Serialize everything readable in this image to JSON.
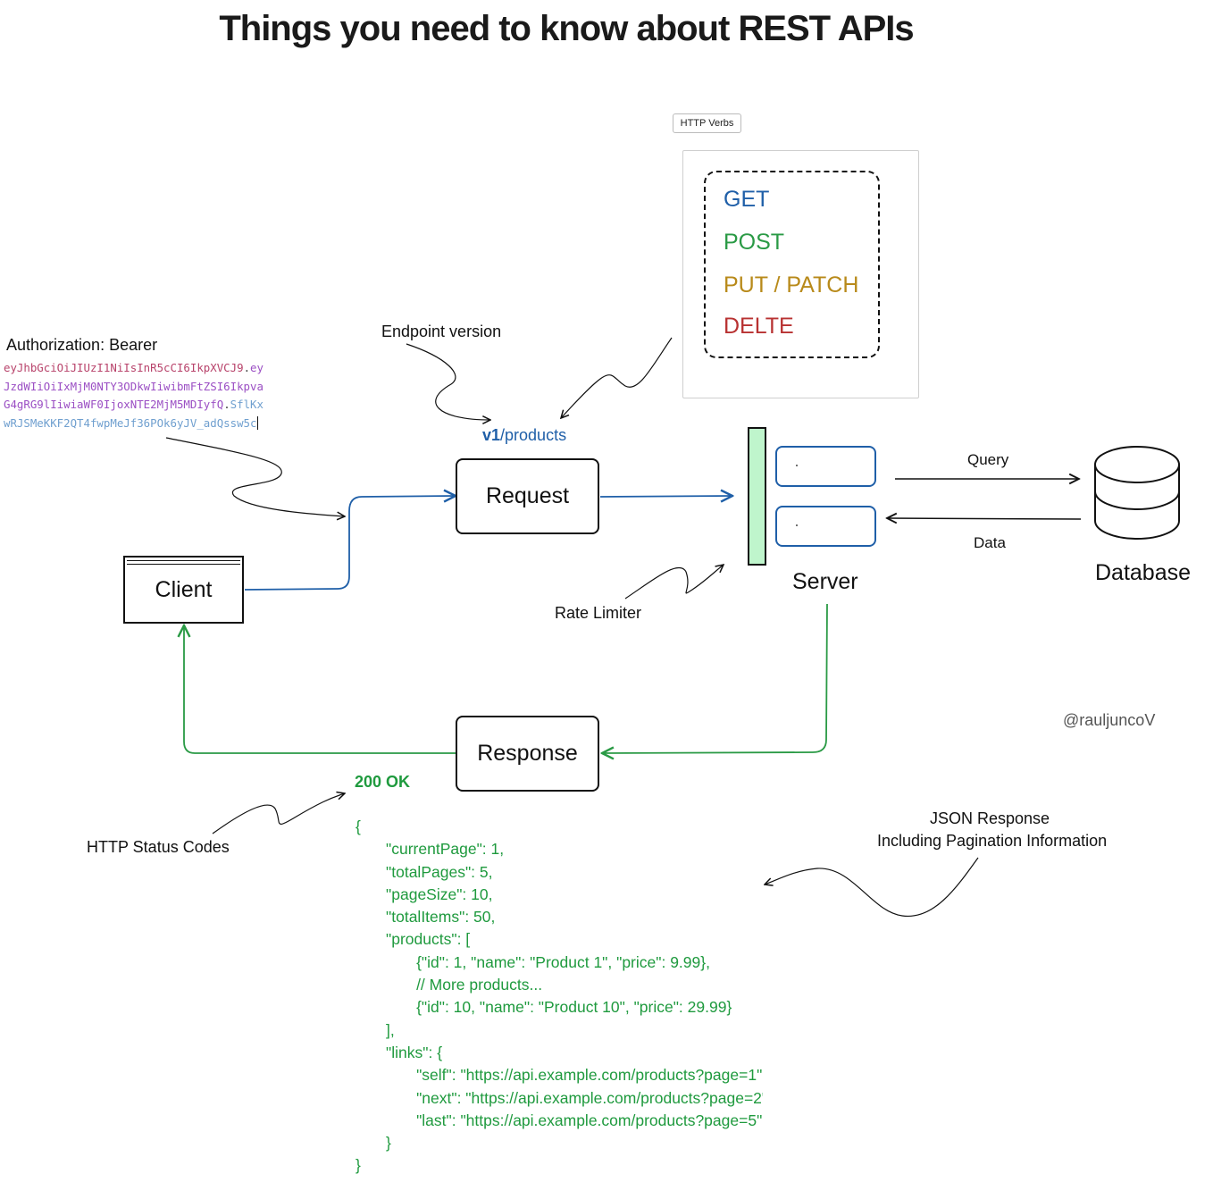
{
  "title": "Things you need to know about REST APIs",
  "verbs": {
    "label": "HTTP Verbs",
    "items": [
      {
        "text": "GET",
        "color": "#1f5fa8"
      },
      {
        "text": "POST",
        "color": "#2a9a45"
      },
      {
        "text": "PUT / PATCH",
        "color": "#b88a1a"
      },
      {
        "text": "DELTE",
        "color": "#b83232"
      }
    ]
  },
  "notes": {
    "endpoint_version": "Endpoint version",
    "authorization": "Authorization: Bearer",
    "rate_limiter": "Rate Limiter",
    "http_status_codes": "HTTP Status Codes",
    "json_response_line1": "JSON Response",
    "json_response_line2": "Including Pagination Information",
    "handle": "@rauljuncoV"
  },
  "token": {
    "parts": [
      {
        "text": "eyJhbGciOiJIUzI1NiIsInR5cCI6IkpXVCJ9",
        "color": "#b8436b"
      },
      {
        "text": ".",
        "color": "#444444"
      },
      {
        "text": "ey\nJzdWIiOiIxMjM0NTY3ODkwIiwibmFtZSI6Ikpva\nG4gRG9lIiwiaWF0IjoxNTE2MjM5MDIyfQ",
        "color": "#9b4fc4"
      },
      {
        "text": ".",
        "color": "#444444"
      },
      {
        "text": "SflKx\nwRJSMeKKF2QT4fwpMeJf36POk6yJV_adQssw5c",
        "color": "#6f9fcf"
      }
    ]
  },
  "endpoint": {
    "version": "v1",
    "path": "/products",
    "color": "#1f5fa8"
  },
  "nodes": {
    "client": "Client",
    "request": "Request",
    "response": "Response",
    "server": "Server",
    "database": "Database"
  },
  "edges": {
    "query": "Query",
    "data": "Data"
  },
  "status": "200 OK",
  "json_body": "{\n       \"currentPage\": 1,\n       \"totalPages\": 5,\n       \"pageSize\": 10,\n       \"totalItems\": 50,\n       \"products\": [\n              {\"id\": 1, \"name\": \"Product 1\", \"price\": 9.99},\n              // More products...\n              {\"id\": 10, \"name\": \"Product 10\", \"price\": 29.99}\n       ],\n       \"links\": {\n              \"self\": \"https://api.example.com/products?page=1\",\n              \"next\": \"https://api.example.com/products?page=2\",\n              \"last\": \"https://api.example.com/products?page=5\"\n       }\n}",
  "colors": {
    "request_flow": "#1f5fa8",
    "response_flow": "#2a9a45",
    "rate_limiter_fill": "#bff5cc"
  }
}
